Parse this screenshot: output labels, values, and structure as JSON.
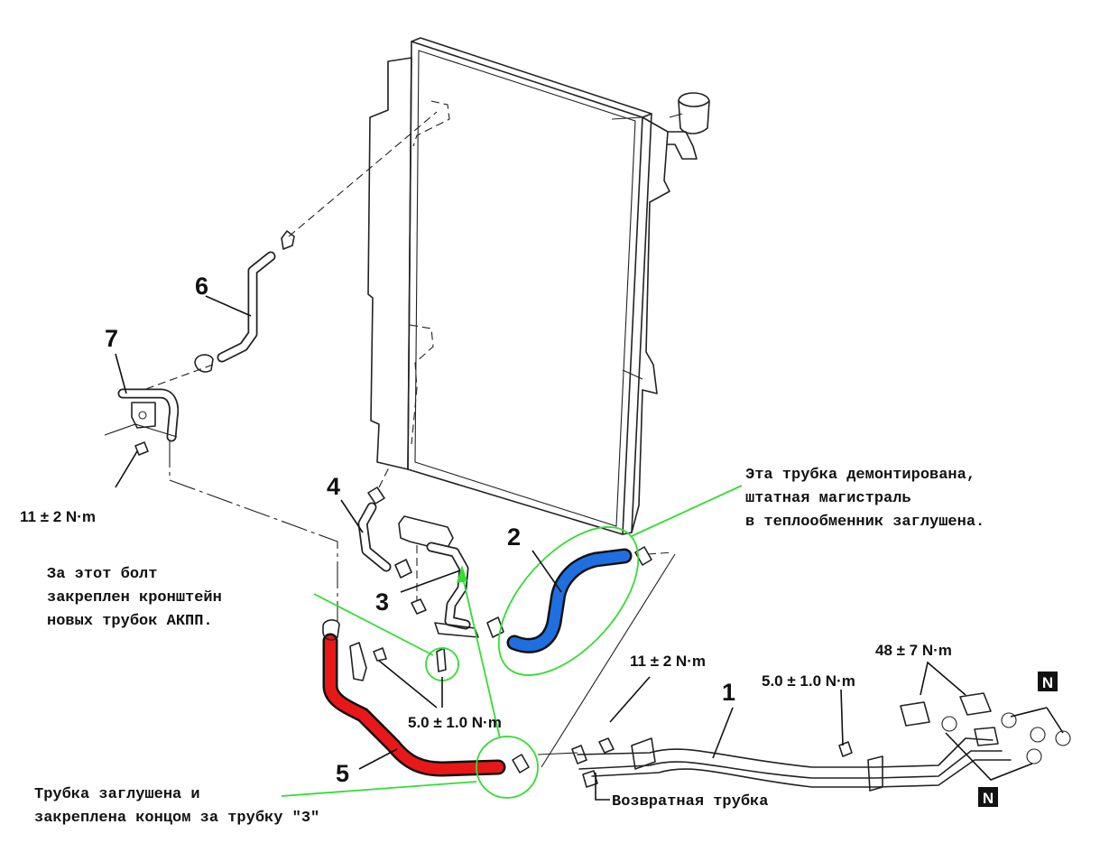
{
  "part_numbers": {
    "n1": "1",
    "n2": "2",
    "n3": "3",
    "n4": "4",
    "n5": "5",
    "n6": "6",
    "n7": "7"
  },
  "torques": {
    "t_left": "11 ± 2 N·m",
    "t_bracket": "5.0 ± 1.0 N·m",
    "t_line_bolt": "11 ± 2 N·m",
    "t_line_clamp": "5.0 ± 1.0 N·m",
    "t_eye_bolts": "48 ± 7 N·m"
  },
  "badges": {
    "n_top": "N",
    "n_bottom": "N"
  },
  "notes": {
    "removed_line1": "Эта трубка демонтирована,",
    "removed_line2": "штатная магистраль",
    "removed_line3": "в теплообменник заглушена.",
    "bolt_line1": "За этот болт",
    "bolt_line2": "закреплен кронштейн",
    "bolt_line3": "новых трубок АКПП.",
    "plug_line1": "Трубка заглушена и",
    "plug_line2": "закреплена концом за трубку \"3\"",
    "return_tube": "Возвратная трубка"
  },
  "colors": {
    "blue_hose": "#1f6fe0",
    "red_hose": "#e81818",
    "highlight": "#33dd33"
  }
}
